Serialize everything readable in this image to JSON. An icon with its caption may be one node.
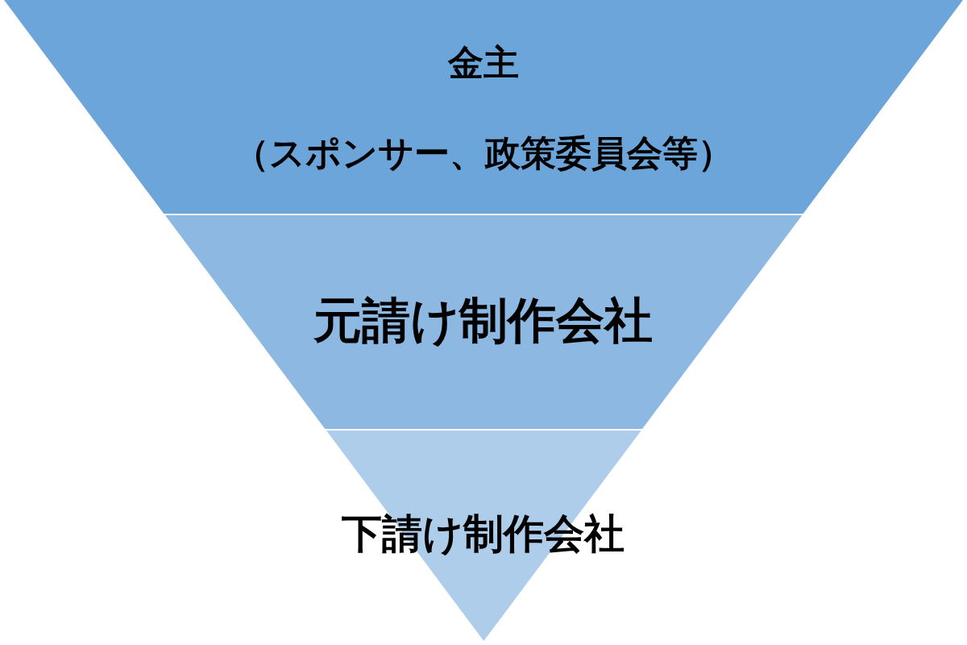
{
  "diagram": {
    "nodes": [
      {
        "text": [
          "金主",
          "（スポンサー、政策委員会等）"
        ]
      },
      {
        "text": [
          "元請け制作会社"
        ]
      },
      {
        "text": [
          "下請け制作会社"
        ]
      }
    ]
  }
}
